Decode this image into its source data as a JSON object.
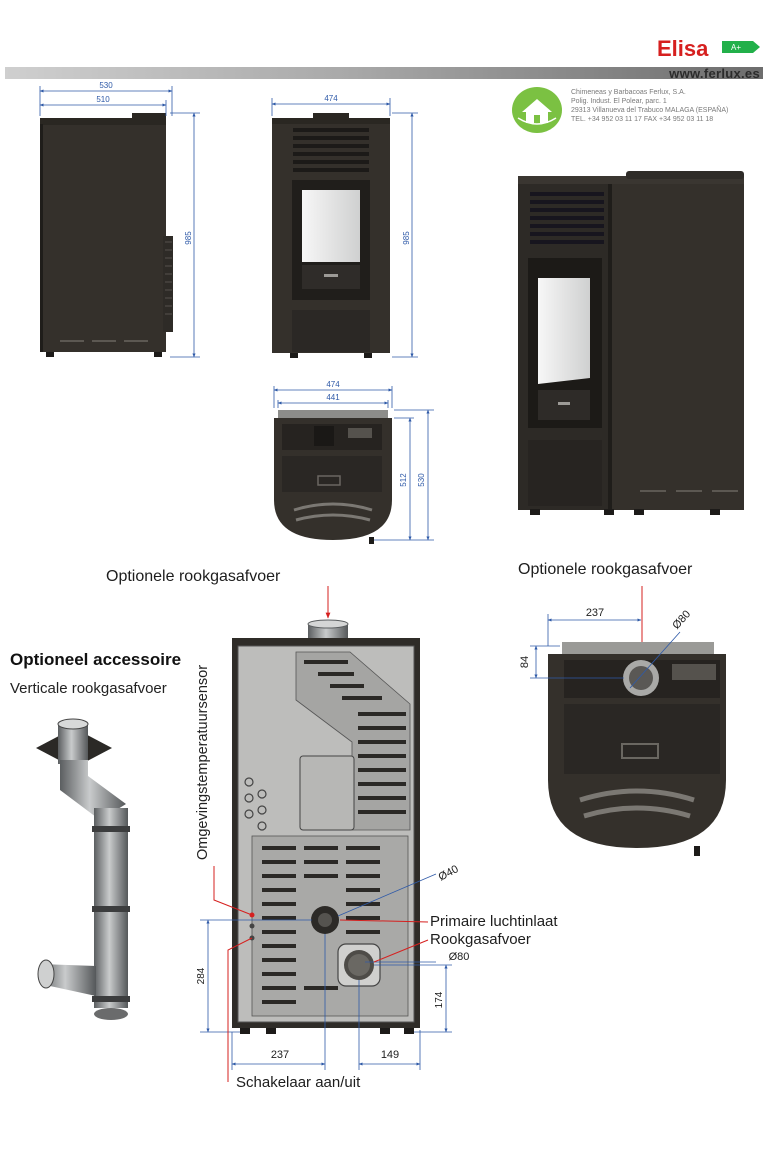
{
  "header": {
    "model": "Elisa",
    "energy_class": "A+",
    "website": "www.ferlux.es",
    "company_lines": [
      "Chimeneas y Barbacoas Ferlux, S.A.",
      "Polig. Indust. El Polear, parc. 1",
      "29313 Villanueva del Trabuco MALAGA (ESPAÑA)",
      "TEL. +34 952 03 11 17   FAX +34 952 03 11 18"
    ],
    "colors": {
      "model": "#d6201f",
      "badge": "#22b04a",
      "bar_dark": "#6d6d6d"
    }
  },
  "dimensions": {
    "side_width_outer": "530",
    "side_width_inner": "510",
    "side_height": "985",
    "front_width": "474",
    "front_height": "985",
    "top_width_outer": "474",
    "top_width_inner": "441",
    "top_depth_inner": "512",
    "top_depth_outer": "530",
    "top_flue_offset": "237",
    "top_flue_depth": "84",
    "top_flue_diameter": "Ø80",
    "rear_air_diameter": "Ø40",
    "rear_flue_diameter": "Ø80",
    "rear_height": "284",
    "rear_height_flue": "174",
    "rear_offset_left": "237",
    "rear_offset_right": "149"
  },
  "labels": {
    "optional_flue_rear": "Optionele rookgasafvoer",
    "optional_flue_top": "Optionele rookgasafvoer",
    "accessory_title": "Optioneel accessoire",
    "accessory_subtitle": "Verticale rookgasafvoer",
    "ambient_sensor": "Omgevingstemperatuursensor",
    "primary_air": "Primaire luchtinlaat",
    "flue_outlet": "Rookgasafvoer",
    "switch": "Schakelaar aan/uit"
  }
}
